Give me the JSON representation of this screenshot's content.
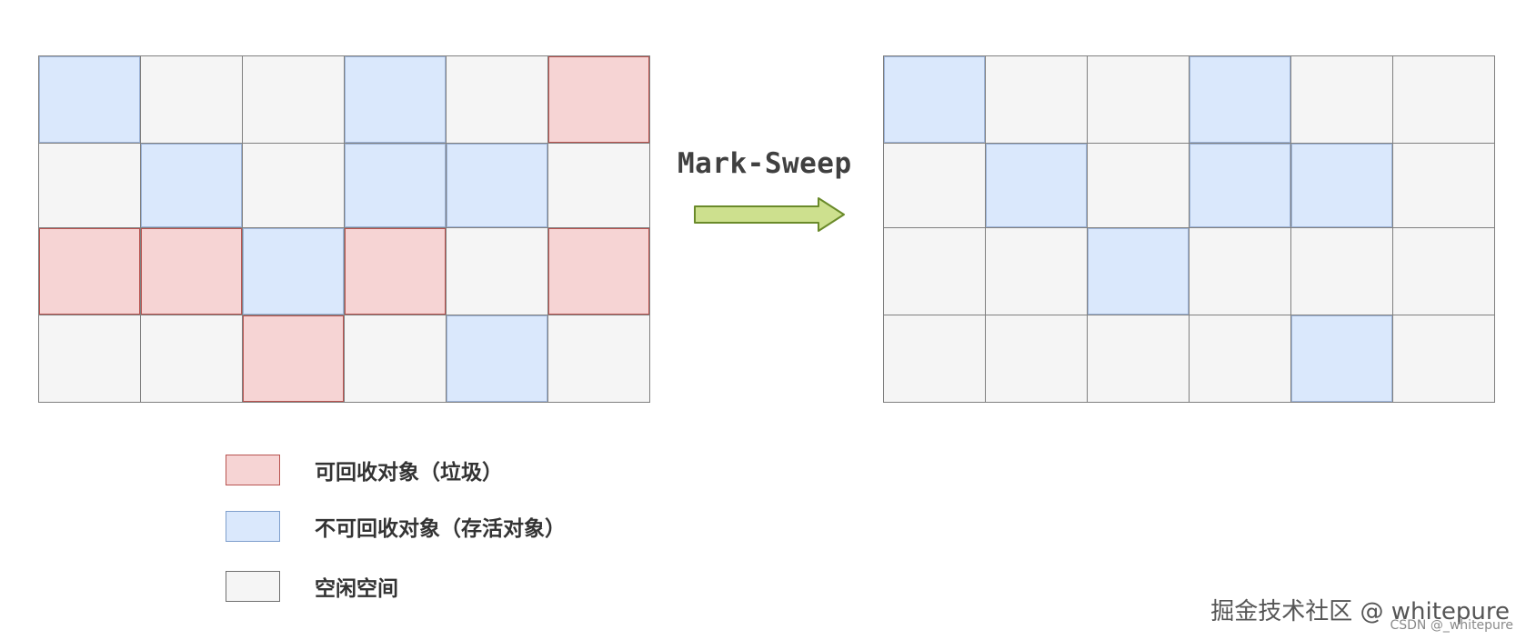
{
  "diagram": {
    "arrow_label": "Mark-Sweep",
    "arrow_color": "#cde08e",
    "arrow_stroke": "#6a8a2a",
    "colors": {
      "garbage": "#f6d4d4",
      "live": "#dae8fc",
      "free": "#f5f5f5"
    },
    "before": [
      [
        "live",
        "free",
        "free",
        "live",
        "free",
        "garbage"
      ],
      [
        "free",
        "live",
        "free",
        "live",
        "live",
        "free"
      ],
      [
        "garbage",
        "garbage",
        "live",
        "garbage",
        "free",
        "garbage"
      ],
      [
        "free",
        "free",
        "garbage",
        "free",
        "live",
        "free"
      ]
    ],
    "after": [
      [
        "live",
        "free",
        "free",
        "live",
        "free",
        "free"
      ],
      [
        "free",
        "live",
        "free",
        "live",
        "live",
        "free"
      ],
      [
        "free",
        "free",
        "live",
        "free",
        "free",
        "free"
      ],
      [
        "free",
        "free",
        "free",
        "free",
        "live",
        "free"
      ]
    ]
  },
  "legend": {
    "garbage": "可回收对象（垃圾）",
    "live": "不可回收对象（存活对象）",
    "free": "空闲空间"
  },
  "watermark": {
    "main": "掘金技术社区 @ whitepure",
    "sub": "CSDN @_whitepure"
  }
}
